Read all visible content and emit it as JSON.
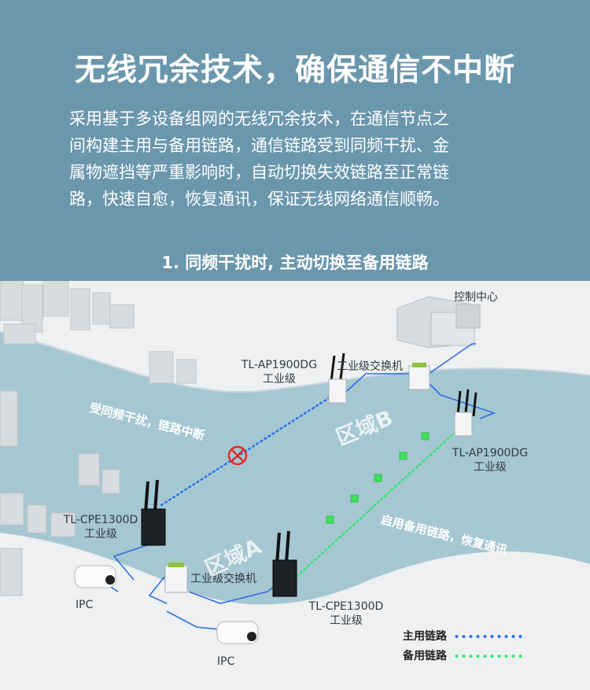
{
  "header": {
    "title": "无线冗余技术，确保通信不中断",
    "description_lines": [
      "采用基于多设备组网的无线冗余技术，在通信节点之",
      "间构建主用与备用链路，通信链路受到同频干扰、金",
      "属物遮挡等严重影响时，自动切换失效链路至正常链",
      "路，快速自愈，恢复通讯，保证无线网络通信顺畅。"
    ],
    "subtitle": "1. 同频干扰时, 主动切换至备用链路"
  },
  "diagram": {
    "control_center": "控制中心",
    "switch_top": "工业级交换机",
    "switch_bottom": "工业级交换机",
    "ap_left": {
      "model": "TL-AP1900DG",
      "grade": "工业级"
    },
    "ap_right": {
      "model": "TL-AP1900DG",
      "grade": "工业级"
    },
    "cpe_left": {
      "model": "TL-CPE1300D",
      "grade": "工业级"
    },
    "cpe_right": {
      "model": "TL-CPE1300D",
      "grade": "工业级"
    },
    "ipc_left": "IPC",
    "ipc_right": "IPC",
    "interference_label": "受同频干扰，链路中断",
    "recovery_label": "启用备用链路，恢复通讯",
    "zone_a": "区域A",
    "zone_b": "区域B",
    "colors": {
      "header_bg": "#6b97ad",
      "water": "#a5c7d2",
      "primary_link": "#2b6fe8",
      "backup_link": "#2ee66b",
      "wired_link": "#2f6fe0",
      "break_marker": "#e02a2a"
    }
  },
  "legend": {
    "primary": "主用链路",
    "backup": "备用链路"
  }
}
